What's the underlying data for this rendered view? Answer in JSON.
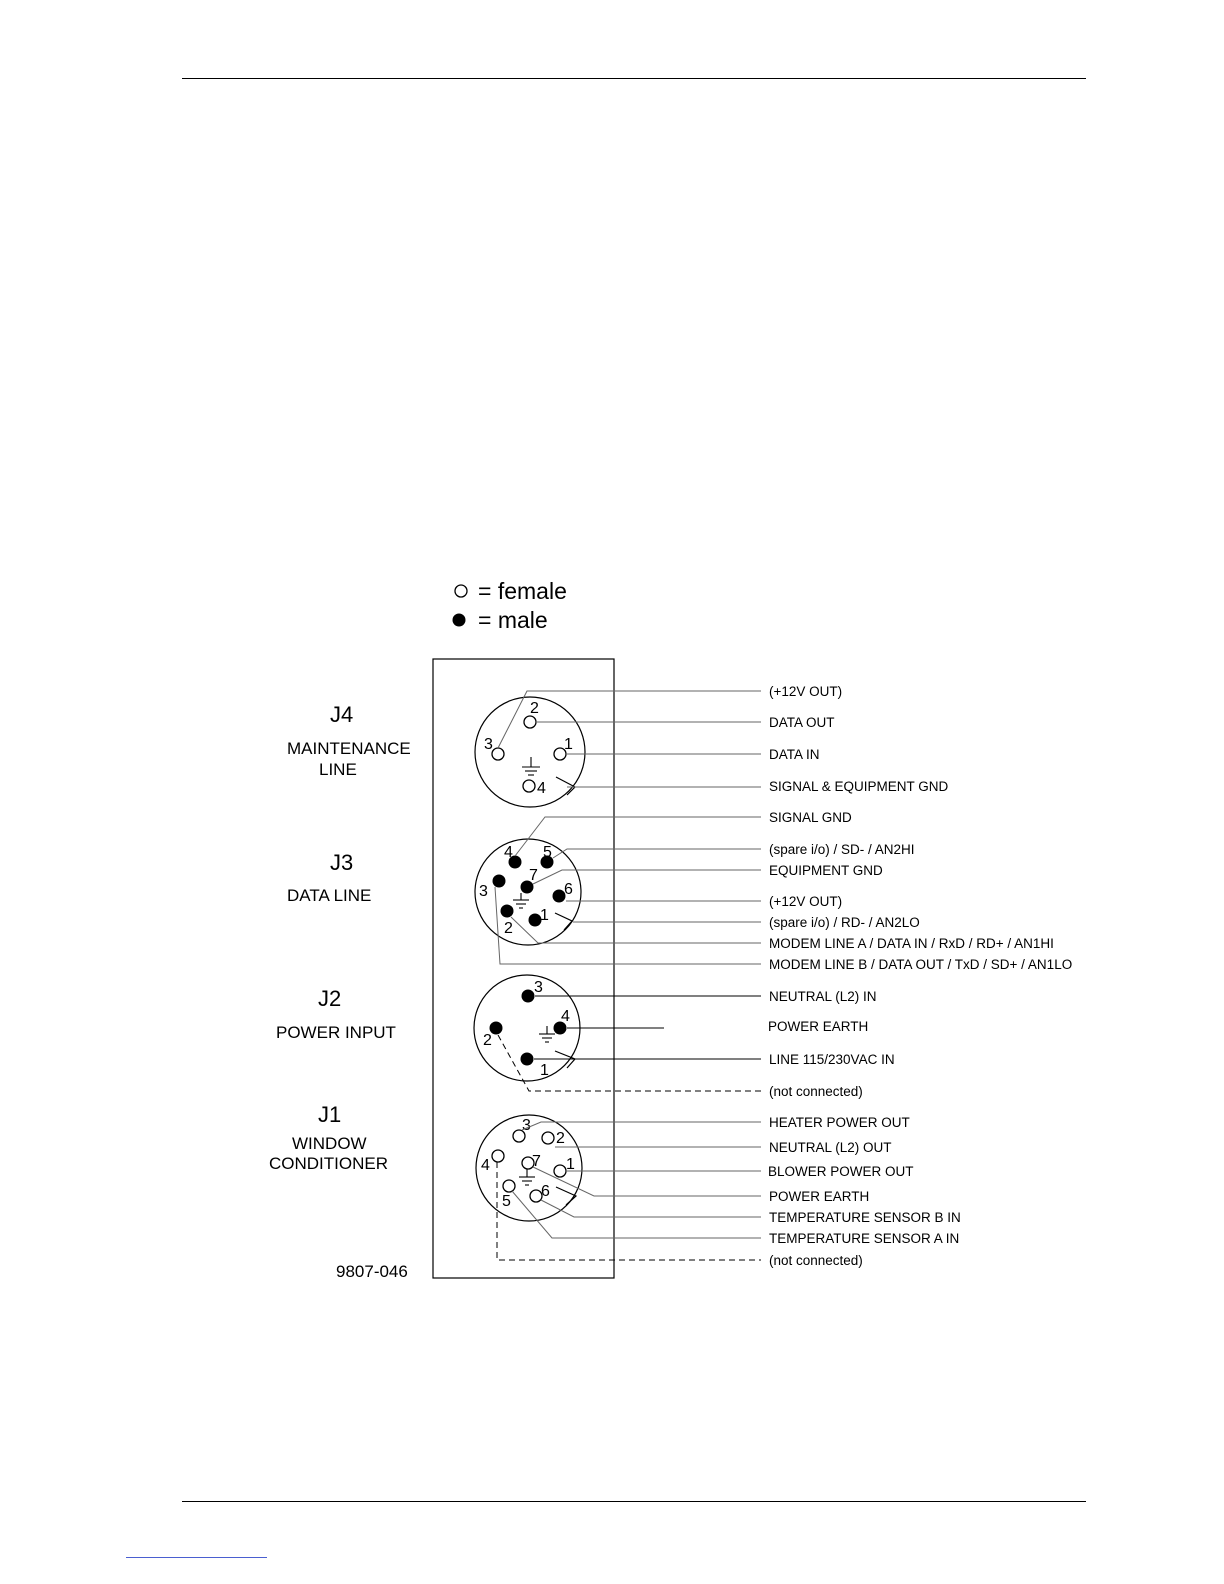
{
  "legend": {
    "female": "= female",
    "male": "= male"
  },
  "figure_id": "9807-046",
  "connectors": [
    {
      "id": "J4",
      "name_lines": [
        "MAINTENANCE",
        "LINE"
      ],
      "pin_type": "female",
      "pins": [
        {
          "n": "1",
          "male": false
        },
        {
          "n": "2",
          "male": false
        },
        {
          "n": "3",
          "male": false
        },
        {
          "n": "4",
          "male": false
        }
      ],
      "signals": [
        "(+12V OUT)",
        "DATA OUT",
        "DATA IN",
        "SIGNAL & EQUIPMENT GND"
      ]
    },
    {
      "id": "J3",
      "name_lines": [
        "DATA LINE"
      ],
      "pin_type": "male",
      "pins": [
        {
          "n": "1",
          "male": true
        },
        {
          "n": "2",
          "male": true
        },
        {
          "n": "3",
          "male": true
        },
        {
          "n": "4",
          "male": true
        },
        {
          "n": "5",
          "male": true
        },
        {
          "n": "6",
          "male": true
        },
        {
          "n": "7",
          "male": true
        }
      ],
      "signals": [
        "SIGNAL GND",
        "(spare i/o) / SD- / AN2HI",
        "EQUIPMENT GND",
        "(+12V OUT)",
        "(spare i/o) / RD- / AN2LO",
        "MODEM LINE A / DATA IN / RxD / RD+ / AN1HI",
        "MODEM LINE B / DATA OUT / TxD / SD+ / AN1LO"
      ]
    },
    {
      "id": "J2",
      "name_lines": [
        "POWER INPUT"
      ],
      "pin_type": "male",
      "pins": [
        {
          "n": "1",
          "male": true
        },
        {
          "n": "2",
          "male": true
        },
        {
          "n": "3",
          "male": true
        },
        {
          "n": "4",
          "male": true
        }
      ],
      "signals": [
        "NEUTRAL (L2) IN",
        "POWER EARTH",
        "LINE 115/230VAC IN",
        "(not connected)"
      ]
    },
    {
      "id": "J1",
      "name_lines": [
        "WINDOW",
        "CONDITIONER"
      ],
      "pin_type": "female",
      "pins": [
        {
          "n": "1",
          "male": false
        },
        {
          "n": "2",
          "male": false
        },
        {
          "n": "3",
          "male": false
        },
        {
          "n": "4",
          "male": false
        },
        {
          "n": "5",
          "male": false
        },
        {
          "n": "6",
          "male": false
        },
        {
          "n": "7",
          "male": false
        }
      ],
      "signals": [
        "HEATER POWER OUT",
        "NEUTRAL (L2) OUT",
        "BLOWER POWER OUT",
        "POWER EARTH",
        "TEMPERATURE SENSOR B IN",
        "TEMPERATURE SENSOR A IN",
        "(not connected)"
      ]
    }
  ]
}
